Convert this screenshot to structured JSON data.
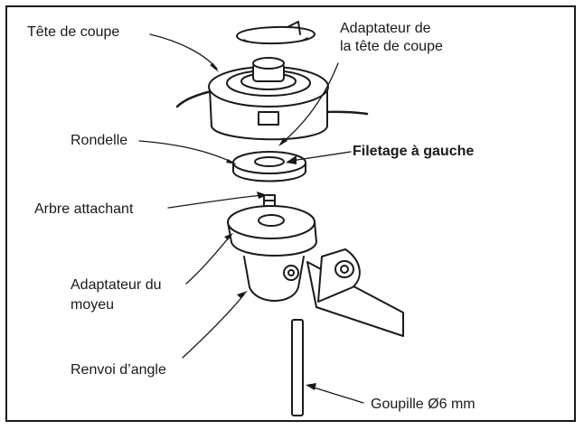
{
  "labels": {
    "cutting_head": "Tête de coupe",
    "head_adapter_line1": "Adaptateur de",
    "head_adapter_line2": "la tête de coupe",
    "washer": "Rondelle",
    "left_thread": "Filetage à gauche",
    "shaft": "Arbre attachant",
    "hub_adapter_line1": "Adaptateur du",
    "hub_adapter_line2": "moyeu",
    "gearbox": "Renvoi d’angle",
    "pin": "Goupille Ø6 mm"
  },
  "colors": {
    "line": "#1a1a1a",
    "fill": "#ffffff"
  }
}
